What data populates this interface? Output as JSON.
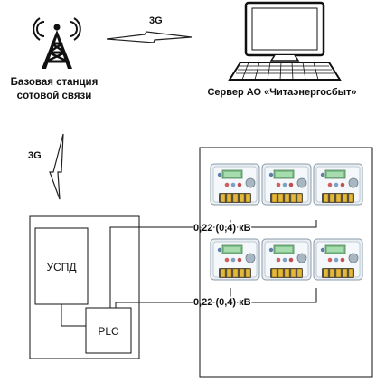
{
  "tower": {
    "label_line1": "Базовая станция",
    "label_line2": "сотовой связи"
  },
  "links": {
    "tower_server": "3G",
    "tower_uspd": "3G"
  },
  "server": {
    "label": "Сервер АО «Читаэнергосбыт»"
  },
  "concentrator": {
    "uspd_label": "УСПД",
    "plc_label": "PLC"
  },
  "lines": {
    "upper": "0,22 (0,4) кВ",
    "lower": "0,22 (0,4) кВ"
  },
  "meters": {
    "count": 6
  }
}
